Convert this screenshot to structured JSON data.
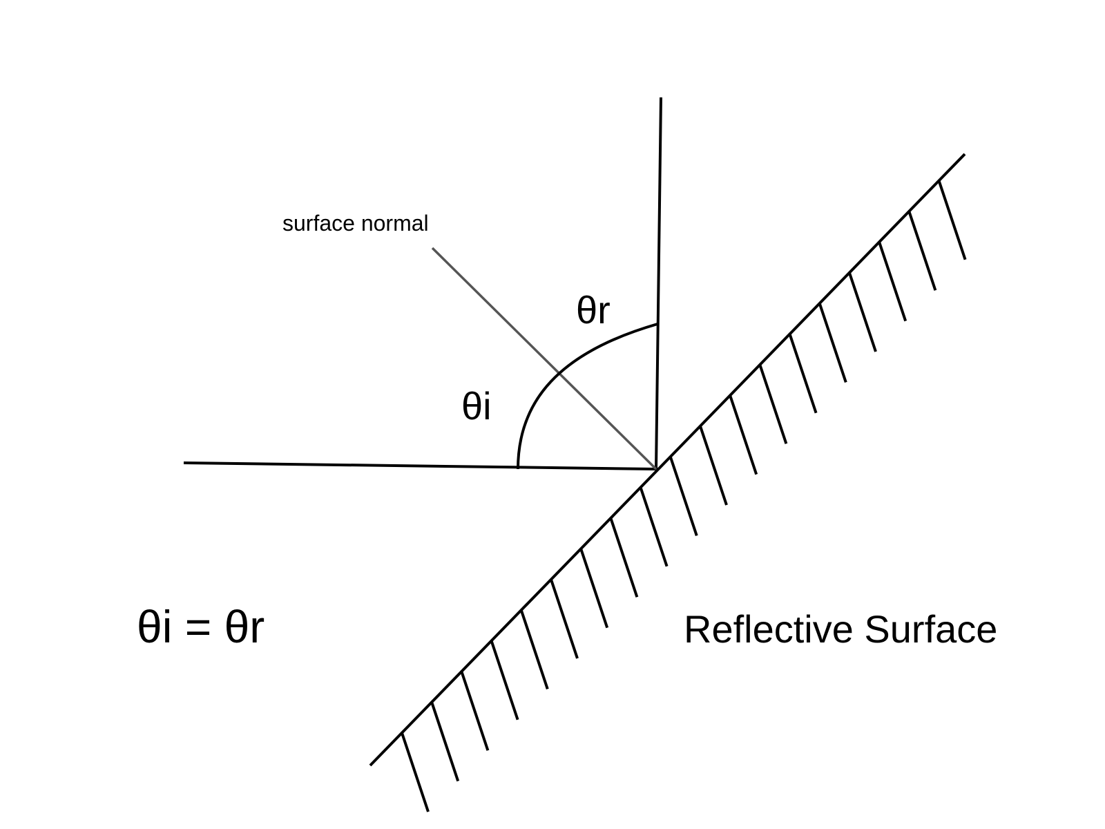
{
  "labels": {
    "surface_normal": "surface normal",
    "theta_r": "θr",
    "theta_i": "θi",
    "equation": "θi = θr",
    "reflective_surface": "Reflective Surface"
  },
  "colors": {
    "line": "#000000",
    "normal": "#555555",
    "background": "#ffffff"
  }
}
